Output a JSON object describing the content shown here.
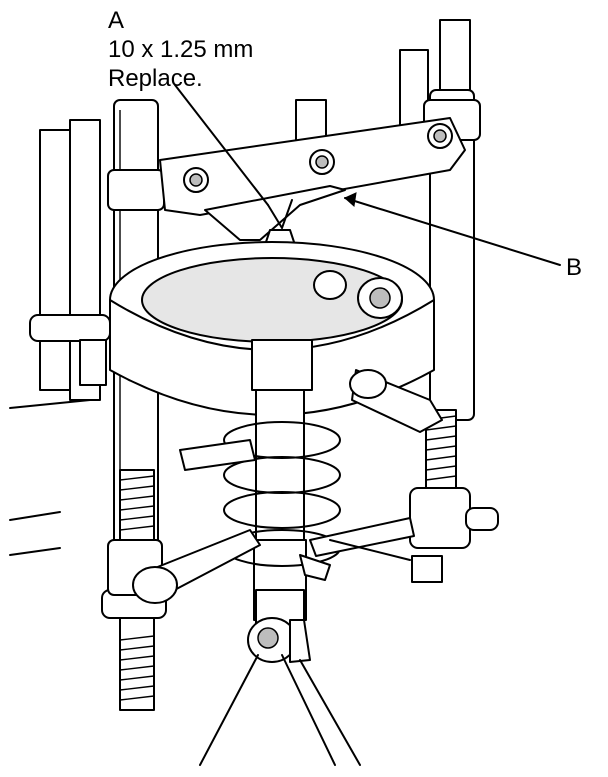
{
  "callouts": {
    "a": {
      "letter": "A",
      "size": "10 x 1.25 mm",
      "note": "Replace."
    },
    "b": {
      "letter": "B"
    }
  },
  "colors": {
    "line": "#000000",
    "fill": "#e6e6e6",
    "background": "#ffffff"
  }
}
